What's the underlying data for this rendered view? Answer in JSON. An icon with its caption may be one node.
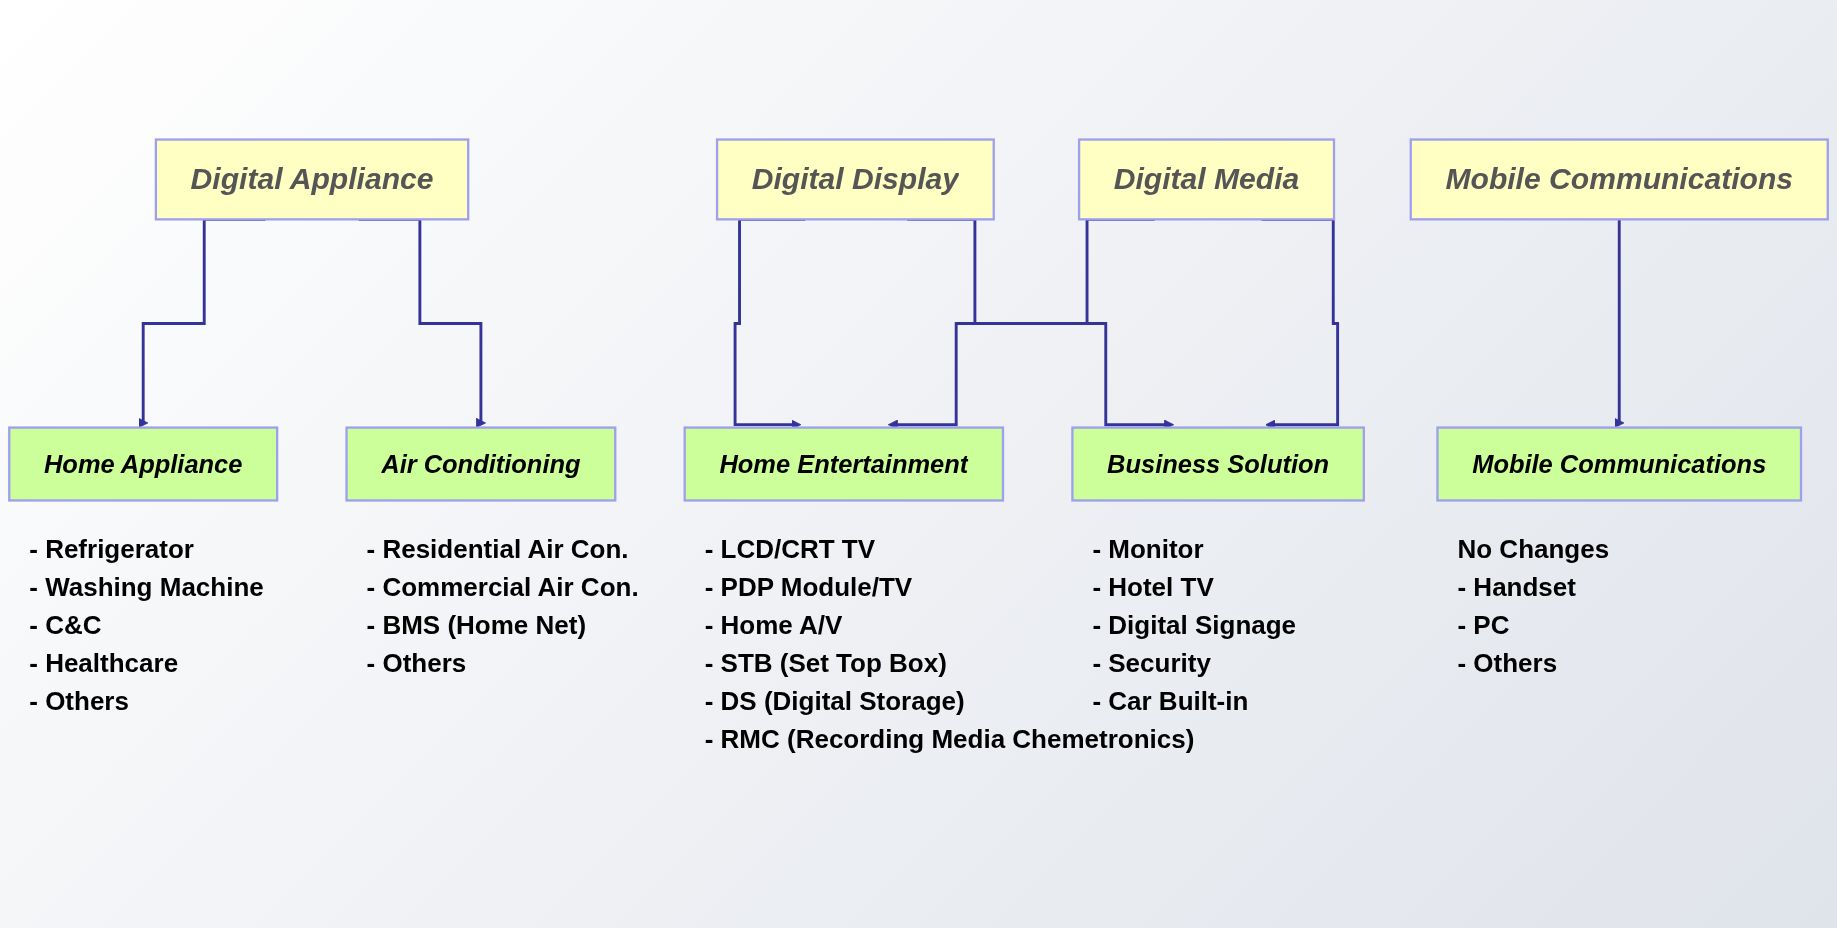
{
  "diagram": {
    "nodes": [
      {
        "text": [
          "Digital Appliance"
        ]
      },
      {
        "text": [
          "Digital Display"
        ]
      },
      {
        "text": [
          "Digital Media"
        ]
      },
      {
        "text": [
          "Mobile Communications"
        ]
      },
      {
        "text": [
          "Home Appliance"
        ],
        "beside": [
          "- Refrigerator",
          "- Washing Machine",
          "- C&C",
          "- Healthcare",
          "- Others"
        ]
      },
      {
        "text": [
          "Air Conditioning"
        ],
        "beside": [
          "- Residential Air Con.",
          "- Commercial Air Con.",
          "- BMS (Home Net)",
          "- Others"
        ]
      },
      {
        "text": [
          "Home Entertainment"
        ],
        "beside": [
          "- LCD/CRT TV",
          "- PDP Module/TV",
          "- Home A/V",
          "- STB (Set Top Box)",
          "- DS (Digital Storage)",
          "- RMC (Recording Media Chemetronics)"
        ]
      },
      {
        "text": [
          "Business Solution"
        ],
        "beside": [
          "- Monitor",
          "- Hotel TV",
          "- Digital Signage",
          "- Security",
          "- Car Built-in"
        ]
      },
      {
        "text": [
          "Mobile Communications"
        ],
        "beside": [
          "No Changes",
          "- Handset",
          "- PC",
          "- Others"
        ]
      }
    ],
    "edges": [
      {
        "from": 0,
        "to": 4,
        "arrow": "to"
      },
      {
        "from": 0,
        "to": 5,
        "arrow": "to"
      },
      {
        "from": 1,
        "to": 6,
        "arrow": "to"
      },
      {
        "from": 1,
        "to": 7,
        "arrow": "to"
      },
      {
        "from": 2,
        "to": 6,
        "arrow": "to"
      },
      {
        "from": 2,
        "to": 7,
        "arrow": "to"
      },
      {
        "from": 3,
        "to": 8,
        "arrow": "to"
      }
    ]
  }
}
